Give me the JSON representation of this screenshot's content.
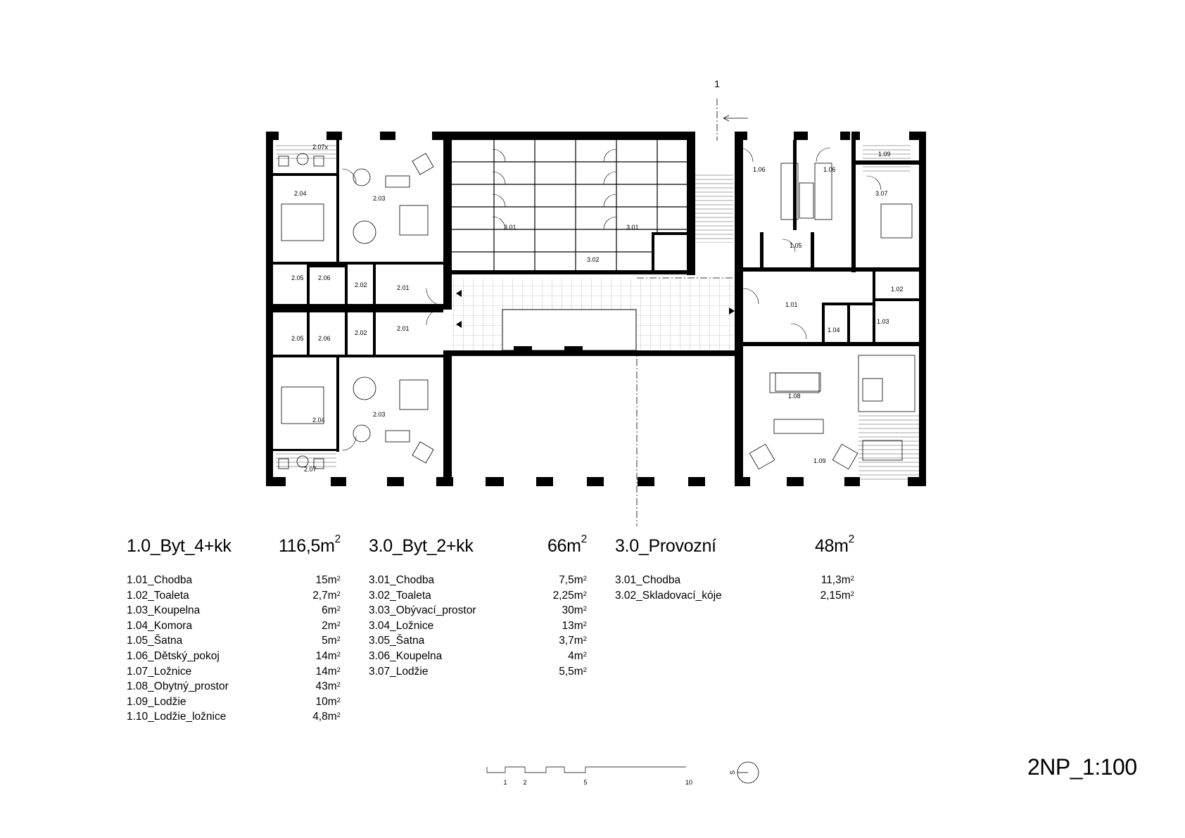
{
  "axis_label": "1",
  "rooms": {
    "r207x": "2.07x",
    "r204a": "2.04",
    "r203a": "2.03",
    "r205a": "2.05",
    "r206a": "2.06",
    "r202a": "2.02",
    "r201a": "2.01",
    "r205b": "2.05",
    "r206b": "2.06",
    "r202b": "2.02",
    "r201b": "2.01",
    "r204b": "2.04",
    "r203b": "2.03",
    "r207": "2.07",
    "r301a": "3.01",
    "r301b": "3.01",
    "r302": "3.02",
    "r106a": "1.06",
    "r106b": "1.06",
    "r109a": "1.09",
    "r307": "3.07",
    "r105": "1.05",
    "r102": "1.02",
    "r101": "1.01",
    "r104": "1.04",
    "r103": "1.03",
    "r108": "1.08",
    "r109b": "1.09"
  },
  "tables": [
    {
      "title": "1.0_Byt_4+kk",
      "area": "116,5m",
      "sup": "2",
      "rows": [
        {
          "name": "1.01_Chodba",
          "area": "15m",
          "sup": "2"
        },
        {
          "name": "1.02_Toaleta",
          "area": "2,7m",
          "sup": "2"
        },
        {
          "name": "1.03_Koupelna",
          "area": "6m",
          "sup": "2"
        },
        {
          "name": "1.04_Komora",
          "area": "2m",
          "sup": "2"
        },
        {
          "name": "1.05_Šatna",
          "area": "5m",
          "sup": "2"
        },
        {
          "name": "1.06_Dětský_pokoj",
          "area": "14m",
          "sup": "2"
        },
        {
          "name": "1.07_Ložnice",
          "area": "14m",
          "sup": "2"
        },
        {
          "name": "1.08_Obytný_prostor",
          "area": "43m",
          "sup": "2"
        },
        {
          "name": "1.09_Lodžie",
          "area": "10m",
          "sup": "2"
        },
        {
          "name": "1.10_Lodžie_ložnice",
          "area": "4,8m",
          "sup": "2"
        }
      ]
    },
    {
      "title": "3.0_Byt_2+kk",
      "area": "66m",
      "sup": "2",
      "rows": [
        {
          "name": "3.01_Chodba",
          "area": "7,5m",
          "sup": "2"
        },
        {
          "name": "3.02_Toaleta",
          "area": "2,25m",
          "sup": "2"
        },
        {
          "name": "3.03_Obývací_prostor",
          "area": "30m",
          "sup": "2"
        },
        {
          "name": "3.04_Ložnice",
          "area": "13m",
          "sup": "2"
        },
        {
          "name": "3.05_Šatna",
          "area": "3,7m",
          "sup": "2"
        },
        {
          "name": "3.06_Koupelna",
          "area": "4m",
          "sup": "2"
        },
        {
          "name": "3.07_Lodžie",
          "area": "5,5m",
          "sup": "2"
        }
      ]
    },
    {
      "title": "3.0_Provozní",
      "area": "48m",
      "sup": "2",
      "rows": [
        {
          "name": "3.01_Chodba",
          "area": "11,3m",
          "sup": "2"
        },
        {
          "name": "3.02_Skladovací_kóje",
          "area": "2,15m",
          "sup": "2"
        }
      ]
    }
  ],
  "scale_bar": {
    "t1": "1",
    "t2": "2",
    "t5": "5",
    "t10": "10"
  },
  "north_label": "S",
  "sheet_label": "2NP_1:100"
}
